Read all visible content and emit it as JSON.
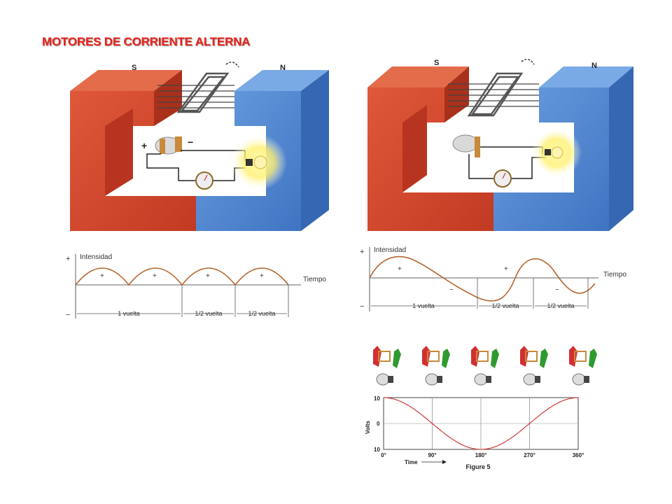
{
  "title": "MOTORES DE CORRIENTE ALTERNA",
  "left_diagram": {
    "pole_south": "S",
    "pole_north": "N",
    "plus": "+",
    "minus": "−"
  },
  "right_diagram": {
    "pole_south": "S",
    "pole_north": "N"
  },
  "left_graph": {
    "ylabel": "Intensidad",
    "xlabel": "Tiempo",
    "plus_axis": "+",
    "minus_axis": "−",
    "lobe_sign": "+",
    "span1": "1 vuelta",
    "span2": "1/2 vuelta",
    "span3": "1/2 vuelta"
  },
  "right_graph": {
    "ylabel": "Intensidad",
    "xlabel": "Tiempo",
    "plus_axis": "+",
    "minus_axis": "−",
    "pos_sign": "+",
    "neg_sign": "−",
    "span1": "1 vuelta",
    "span2": "1/2 vuelta",
    "span3": "1/2 vuelta"
  },
  "sine_chart": {
    "ylabel": "Volts",
    "y_top": "10",
    "y_mid": "0",
    "y_bottom": "10",
    "x_ticks": [
      "0°",
      "90°",
      "180°",
      "270°",
      "360°"
    ],
    "time_label": "Time",
    "caption": "Figure 5"
  },
  "chart_data": [
    {
      "type": "line",
      "title": "",
      "xlabel": "Tiempo",
      "ylabel": "Intensidad",
      "description_series": "rectified (full-wave) output, 4 positive arches",
      "x": [
        0,
        1,
        2,
        3,
        4
      ],
      "series": [
        {
          "values": [
            0,
            1,
            0,
            1,
            0,
            1,
            0,
            1,
            0
          ]
        }
      ]
    },
    {
      "type": "line",
      "title": "",
      "xlabel": "Tiempo",
      "ylabel": "Intensidad",
      "series": [
        {
          "values": [
            0,
            1,
            0,
            -1,
            0,
            1,
            0,
            -1,
            0
          ]
        }
      ]
    },
    {
      "type": "line",
      "title": "Figure 5",
      "xlabel": "Time",
      "ylabel": "Volts",
      "x": [
        0,
        90,
        180,
        270,
        360
      ],
      "series": [
        {
          "values": [
            10,
            0,
            -10,
            0,
            10
          ]
        }
      ],
      "ylim": [
        -10,
        10
      ],
      "xlim": [
        0,
        360
      ],
      "grid": true
    }
  ],
  "colors": {
    "title": "#e8221a",
    "magnet_red": "#d9452a",
    "magnet_blue": "#4f88d4",
    "wave": "#b5652f",
    "sine": "#d23a3a"
  }
}
